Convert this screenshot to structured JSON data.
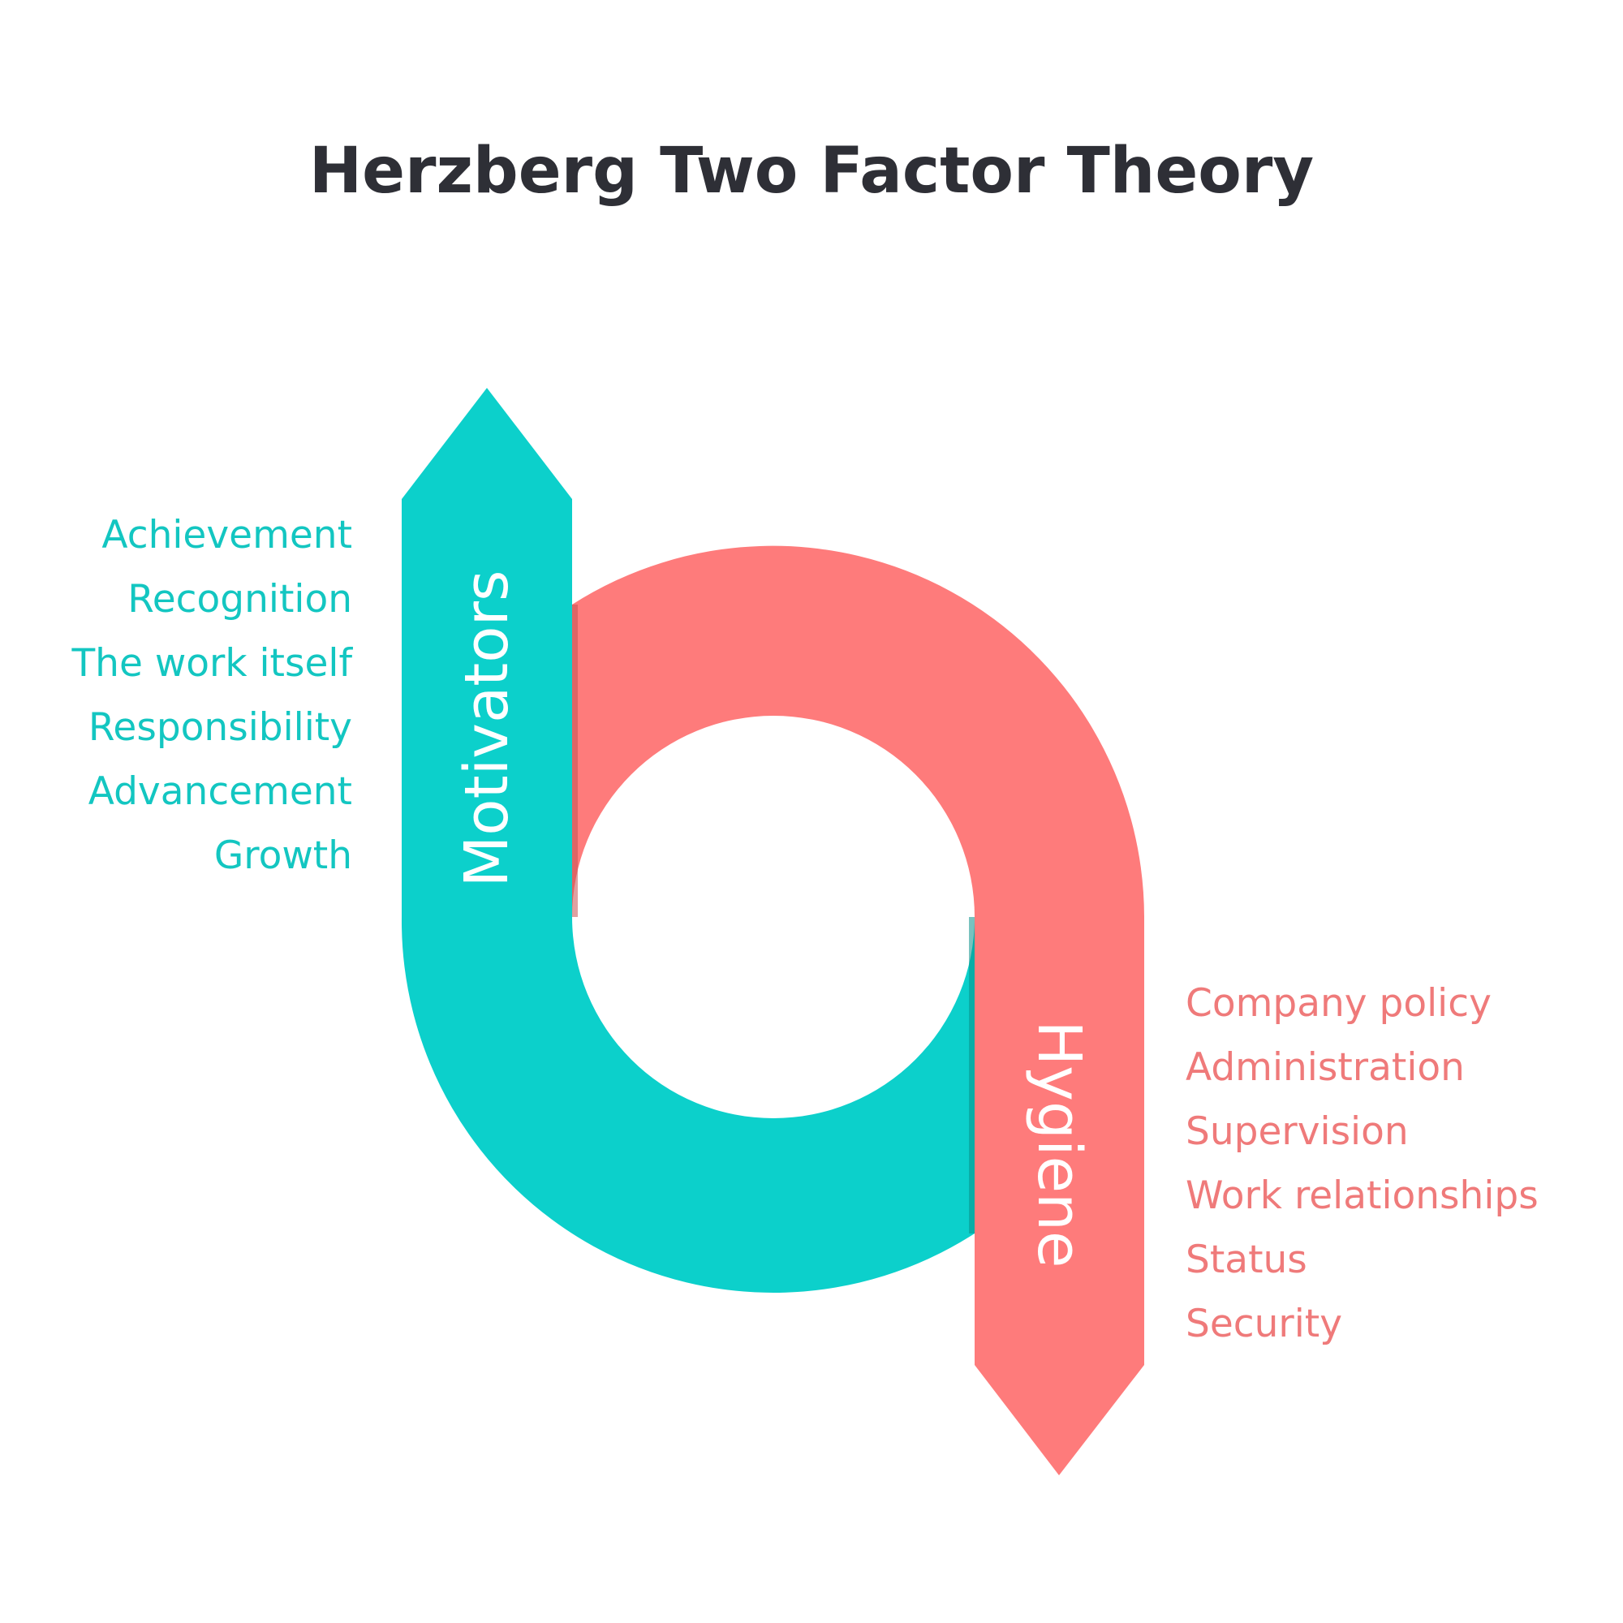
{
  "title": "Herzberg Two Factor Theory",
  "colors": {
    "motivators": "#0cd0cb",
    "hygiene": "#fe7b7b",
    "motivators_text": "#13c6c1",
    "hygiene_text": "#ef7a7a",
    "title": "#2e2f36"
  },
  "motivators": {
    "label": "Motivators",
    "items": [
      "Achievement",
      "Recognition",
      "The work itself",
      "Responsibility",
      "Advancement",
      "Growth"
    ]
  },
  "hygiene": {
    "label": "Hygiene",
    "items": [
      "Company policy",
      "Administration",
      "Supervision",
      "Work relationships",
      "Status",
      "Security"
    ]
  }
}
